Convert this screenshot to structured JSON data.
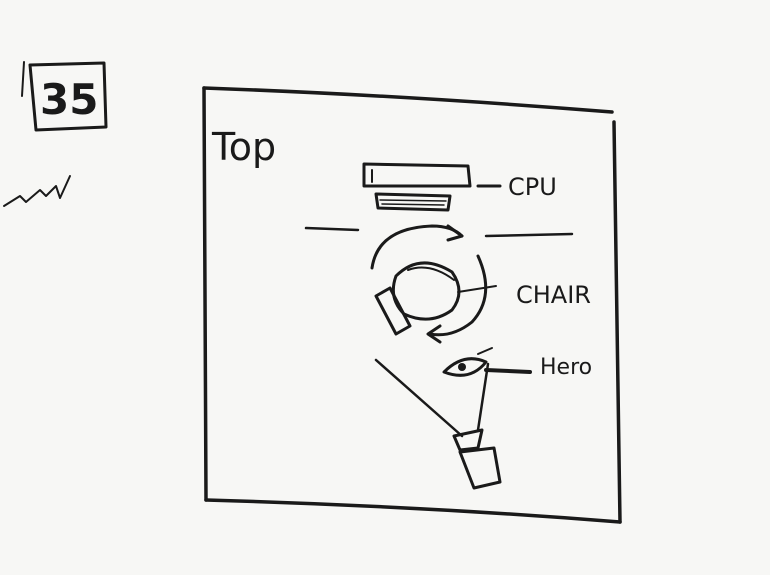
{
  "sketch": {
    "panel_number": "35",
    "view_label": "Top",
    "labels": {
      "cpu": "CPU",
      "chair": "CHAIR",
      "hero": "Hero"
    }
  }
}
